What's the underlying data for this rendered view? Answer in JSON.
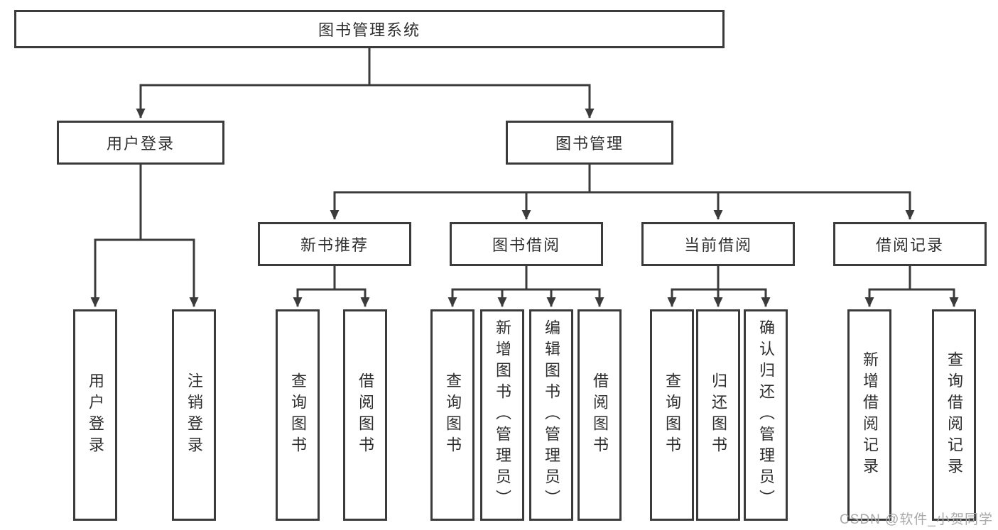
{
  "diagram": {
    "root": {
      "label": "图书管理系统"
    },
    "level2": [
      {
        "label": "用户登录",
        "children": [
          {
            "label": "用户登录"
          },
          {
            "label": "注销登录"
          }
        ]
      },
      {
        "label": "图书管理"
      }
    ],
    "level3": [
      {
        "label": "新书推荐",
        "children": [
          {
            "label": "查询图书"
          },
          {
            "label": "借阅图书"
          }
        ]
      },
      {
        "label": "图书借阅",
        "children": [
          {
            "label": "查询图书"
          },
          {
            "label": "新增图书（管理员）"
          },
          {
            "label": "编辑图书（管理员）"
          },
          {
            "label": "借阅图书"
          }
        ]
      },
      {
        "label": "当前借阅",
        "children": [
          {
            "label": "查询图书"
          },
          {
            "label": "归还图书"
          },
          {
            "label": "确认归还（管理员）"
          }
        ]
      },
      {
        "label": "借阅记录",
        "children": [
          {
            "label": "新增借阅记录"
          },
          {
            "label": "查询借阅记录"
          }
        ]
      }
    ],
    "watermark": "CSDN @软件_小贺同学",
    "colors": {
      "line": "#3b3b3b",
      "text": "#2d2d2d",
      "watermark": "#a9a9a9",
      "background": "#ffffff"
    }
  }
}
